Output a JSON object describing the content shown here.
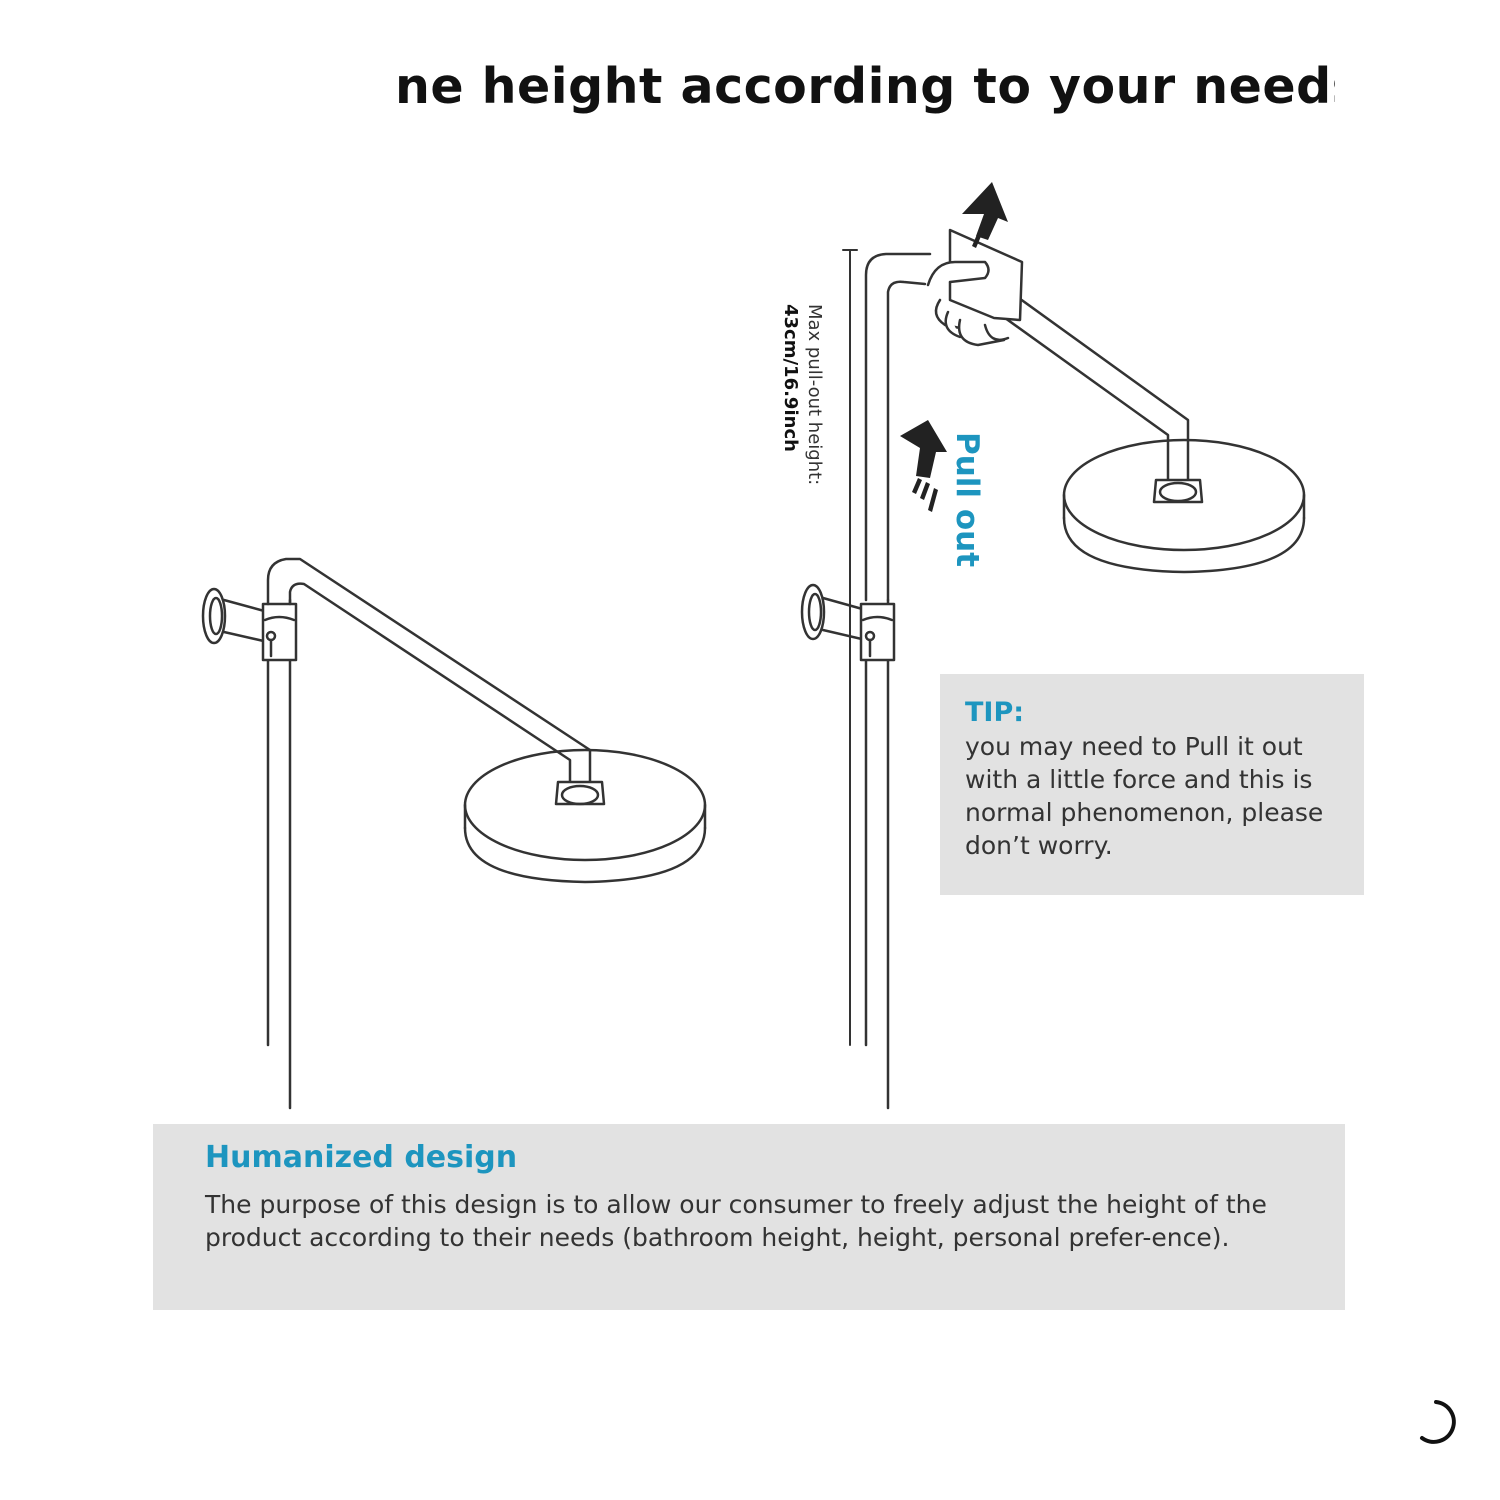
{
  "heading": "ne height according to your needs",
  "pull_out_label": "Pull out",
  "max_height": {
    "label": "Max pull-out height:",
    "value": "43cm/16.9inch"
  },
  "tip": {
    "title": "TIP:",
    "body": "you may need to Pull it out with a little force and this is normal phenomenon, please don’t worry."
  },
  "design": {
    "title": "Humanized design",
    "body": "The purpose of this design is to allow our consumer to freely adjust the height of the product according to their needs (bathroom height, height, personal prefer-ence)."
  },
  "colors": {
    "accent": "#1d95bf",
    "box_bg": "#e2e2e2",
    "line": "#333333"
  },
  "icons": [
    "shower-head-icon",
    "hand-icon",
    "up-arrow-icon",
    "loading-spinner-icon"
  ]
}
